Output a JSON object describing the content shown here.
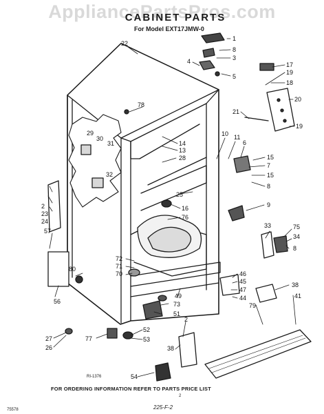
{
  "watermark": "AppliancePartsPros.com",
  "title": "CABINET PARTS",
  "model_line": "For Model EXT17JMW-0",
  "ref_code": "RI-1376",
  "footer": "FOR ORDERING INFORMATION REFER TO PARTS PRICE LIST",
  "page_mark": "2",
  "page_code": "225-F-2",
  "side_code": "75578",
  "callouts": [
    "1",
    "8",
    "3",
    "4",
    "5",
    "22",
    "17",
    "19",
    "18",
    "20",
    "21",
    "19",
    "78",
    "14",
    "13",
    "28",
    "10",
    "11",
    "6",
    "15",
    "7",
    "15",
    "8",
    "29",
    "30",
    "31",
    "32",
    "25",
    "16",
    "76",
    "9",
    "2",
    "23",
    "24",
    "57",
    "33",
    "75",
    "34",
    "8",
    "72",
    "71",
    "70",
    "80",
    "49",
    "73",
    "51",
    "46",
    "45",
    "47",
    "44",
    "38",
    "41",
    "79",
    "56",
    "27",
    "26",
    "77",
    "52",
    "53",
    "2",
    "38",
    "54"
  ]
}
